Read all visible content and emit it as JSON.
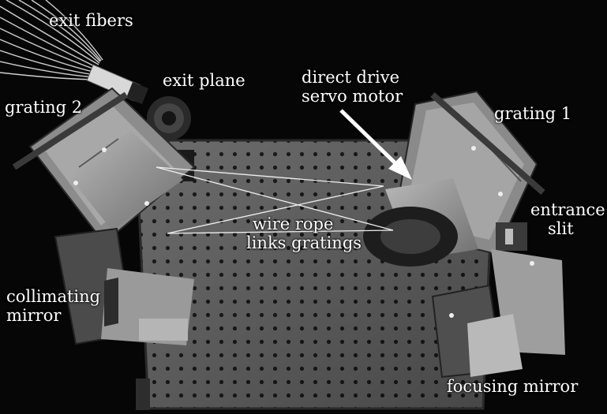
{
  "labels": {
    "exit_fibers": "exit fibers",
    "exit_plane": "exit plane",
    "grating_2": "grating 2",
    "direct_drive_line1": "direct drive",
    "direct_drive_line2": "servo motor",
    "grating_1": "grating 1",
    "entrance_slit_line1": "entrance",
    "entrance_slit_line2": "slit",
    "wire_rope_line1": "wire rope",
    "wire_rope_line2": "links gratings",
    "collimating_mirror_line1": "collimating",
    "collimating_mirror_line2": "mirror",
    "focusing_mirror": "focusing mirror"
  }
}
